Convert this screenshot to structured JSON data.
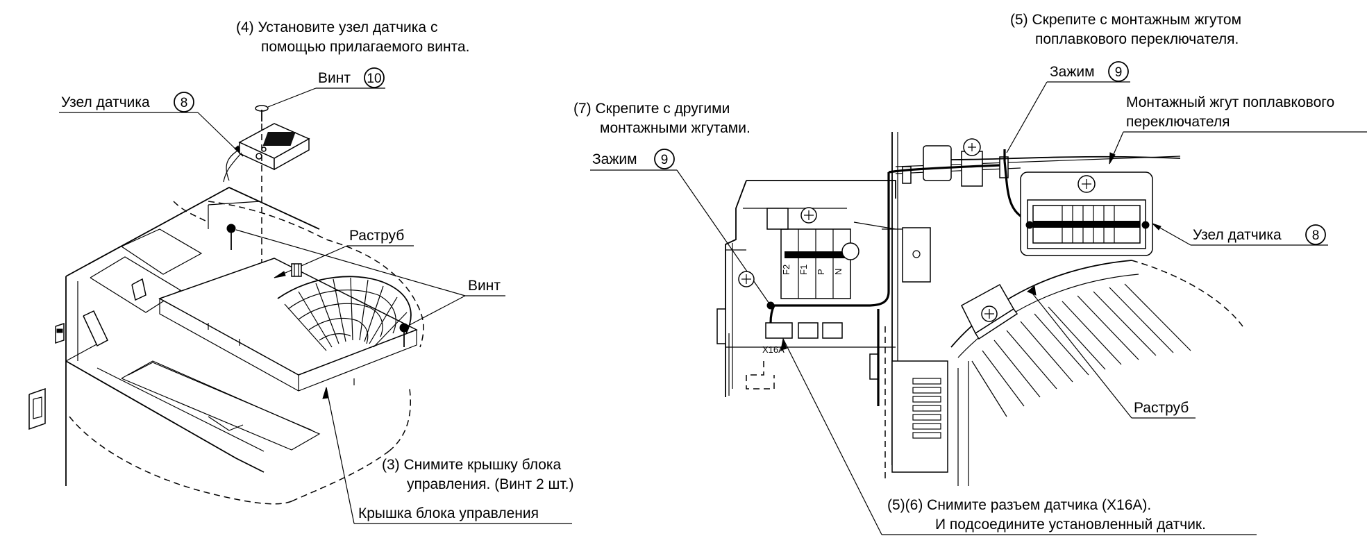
{
  "left_panel": {
    "step4": {
      "line1": "(4) Установите узел датчика с",
      "line2": "помощью прилагаемого винта."
    },
    "screw_label": "Винт",
    "screw_num": "10",
    "sensor_label": "Узел датчика",
    "sensor_num": "8",
    "bellmouth_label": "Раструб",
    "screw_label_2": "Винт",
    "step3": {
      "line1": "(3) Снимите крышку блока",
      "line2": "управления. (Винт 2 шт.)"
    },
    "cover_label": "Крышка блока управления"
  },
  "right_panel": {
    "step5_top": {
      "line1": "(5) Скрепите с монтажным жгутом",
      "line2": "поплавкового переключателя."
    },
    "clamp_top_label": "Зажим",
    "clamp_top_num": "9",
    "float_harness": {
      "line1": "Монтажный жгут поплавкового",
      "line2": "переключателя"
    },
    "step7": {
      "line1": "(7) Скрепите с другими",
      "line2": "монтажными жгутами."
    },
    "clamp_left_label": "Зажим",
    "clamp_left_num": "9",
    "sensor_label": "Узел датчика",
    "sensor_num": "8",
    "bellmouth_label": "Раструб",
    "connector_label": "X16A",
    "terminal_labels": [
      "N",
      "P",
      "F1",
      "F2"
    ],
    "step56": {
      "line1": "(5)(6) Снимите разъем датчика (X16A).",
      "line2": "И подсоедините установленный датчик."
    }
  }
}
